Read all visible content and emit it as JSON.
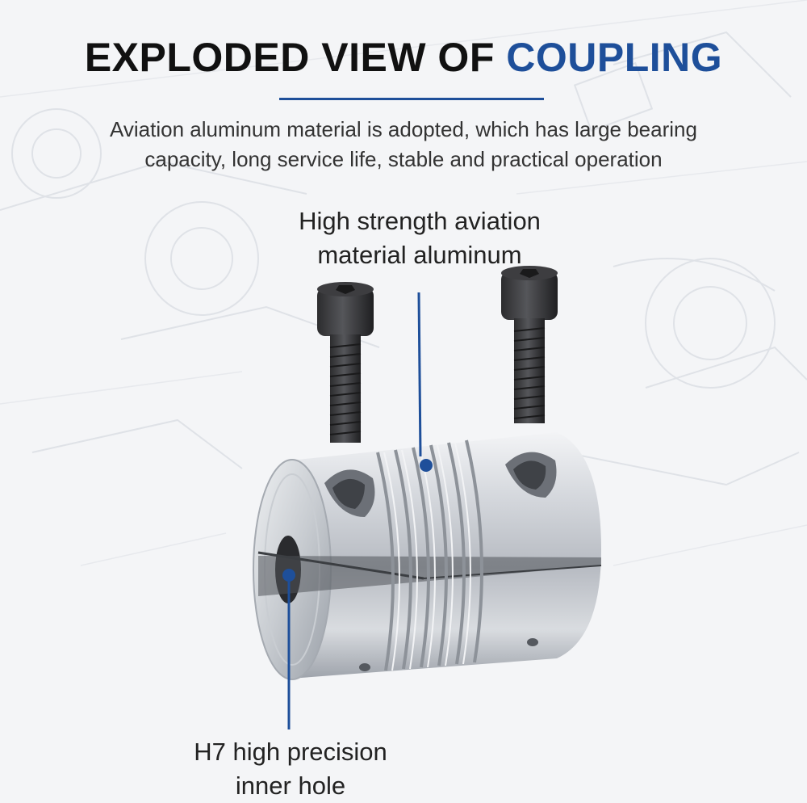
{
  "header": {
    "title_main": "EXPLODED VIEW OF ",
    "title_accent": "COUPLING",
    "subtitle_line1": "Aviation aluminum material is adopted, which has large bearing",
    "subtitle_line2": "capacity, long service life, stable and practical operation"
  },
  "callouts": {
    "top_line1": "High strength aviation",
    "top_line2": "material aluminum",
    "bottom_line1": "H7 high precision",
    "bottom_line2": "inner hole"
  },
  "colors": {
    "accent": "#1e4f9a",
    "text": "#111111",
    "leader": "#1e4f9a"
  },
  "icons": {
    "product": "coupling-illustration",
    "screws": "hex-socket-screw-icon"
  }
}
